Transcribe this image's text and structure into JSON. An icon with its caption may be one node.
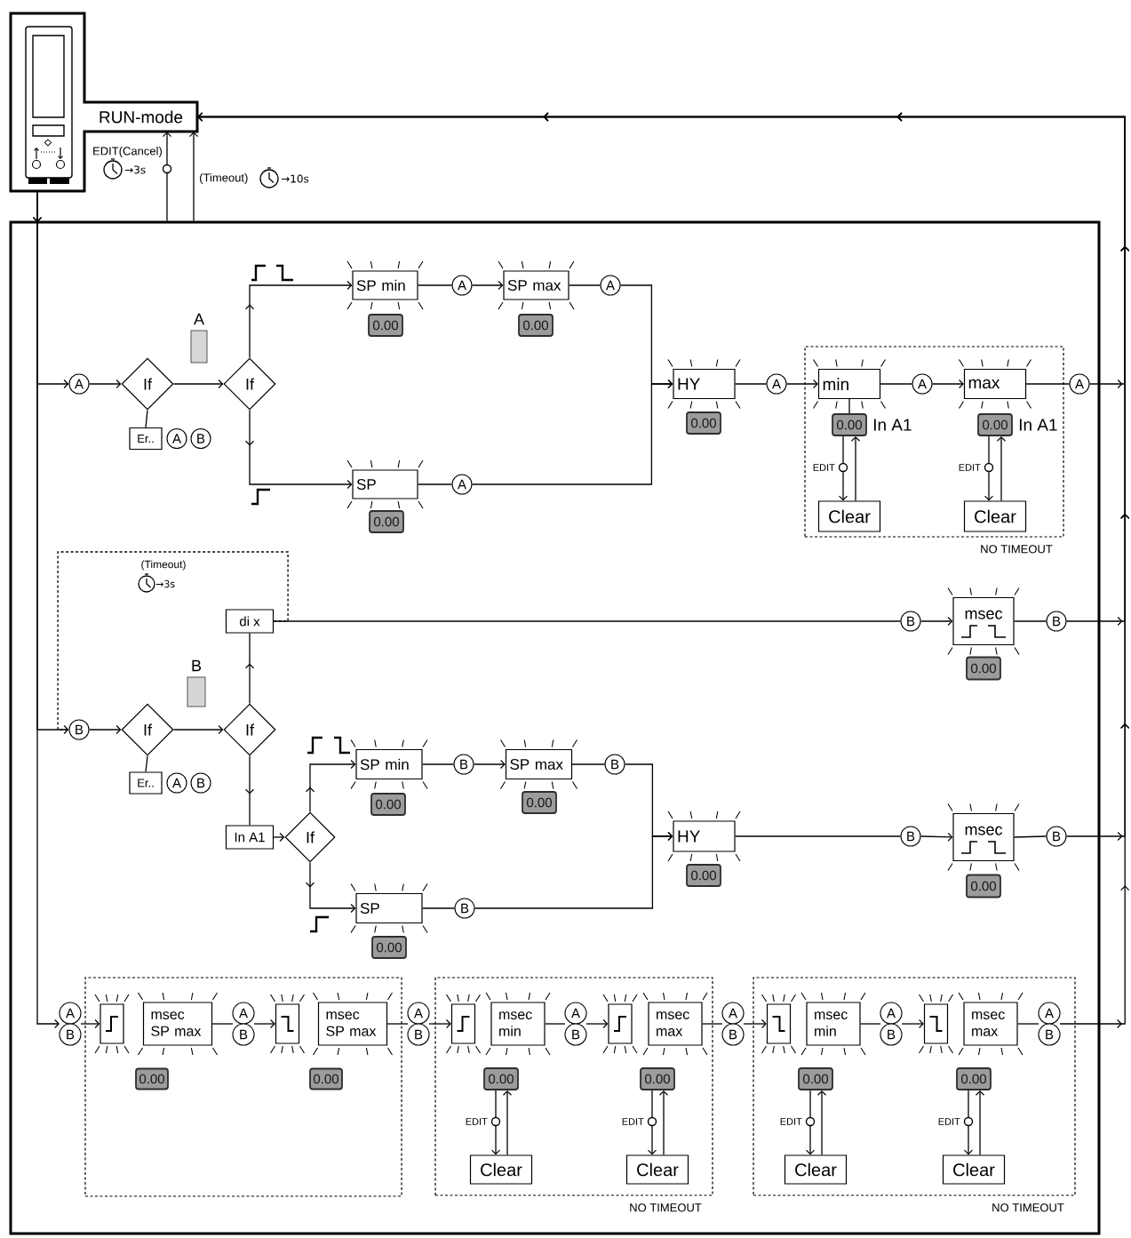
{
  "diagram": {
    "nodes": [
      {
        "text": [
          "RUN-mode"
        ]
      },
      {
        "text": [],
        "shape": "box"
      },
      {
        "text": [
          "A"
        ],
        "in": 1
      },
      {
        "text": [
          "If"
        ],
        "in": 1
      },
      {
        "text": [
          "Er.."
        ],
        "in": 1
      },
      {
        "text": [
          "A"
        ],
        "in": 1
      },
      {
        "text": [
          "B"
        ],
        "in": 1
      },
      {
        "text": [
          "A"
        ],
        "in": 1
      },
      {
        "text": [
          "If"
        ],
        "in": 1
      },
      {
        "text": [
          "SP min"
        ],
        "in": 1
      },
      {
        "text": [
          "0.00"
        ],
        "in": 1
      },
      {
        "text": [
          "A"
        ],
        "in": 1
      },
      {
        "text": [
          "SP max"
        ],
        "in": 1
      },
      {
        "text": [
          "0.00"
        ],
        "in": 1
      },
      {
        "text": [
          "A"
        ],
        "in": 1
      },
      {
        "text": [
          "SP"
        ],
        "in": 1
      },
      {
        "text": [
          "0.00"
        ],
        "in": 1
      },
      {
        "text": [
          "A"
        ],
        "in": 1
      },
      {
        "text": [
          "HY"
        ],
        "in": 1
      },
      {
        "text": [
          "0.00"
        ],
        "in": 1
      },
      {
        "text": [
          "A"
        ],
        "in": 1
      },
      {
        "text": [
          "NO TIMEOUT"
        ],
        "in": 1
      },
      {
        "text": [
          "min"
        ],
        "in": 21
      },
      {
        "text": [
          "0.00"
        ],
        "in": 21,
        "beside": [
          "In A1"
        ]
      },
      {
        "text": [
          "Clear"
        ],
        "in": 21
      },
      {
        "text": [
          "A"
        ],
        "in": 21
      },
      {
        "text": [
          "max"
        ],
        "in": 21
      },
      {
        "text": [
          "0.00"
        ],
        "in": 21,
        "beside": [
          "In A1"
        ]
      },
      {
        "text": [
          "Clear"
        ],
        "in": 21
      },
      {
        "text": [
          "A"
        ],
        "in": 1
      },
      {
        "text": [
          "di x"
        ],
        "in": 1
      },
      {
        "text": [
          "B"
        ],
        "in": 1
      },
      {
        "text": [
          "msec"
        ],
        "in": 1
      },
      {
        "text": [
          "0.00"
        ],
        "in": 1
      },
      {
        "text": [
          "B"
        ],
        "in": 1
      },
      {
        "text": [
          "B"
        ],
        "in": 1
      },
      {
        "text": [
          "If"
        ],
        "in": 1
      },
      {
        "text": [
          "Er.."
        ],
        "in": 1
      },
      {
        "text": [
          "A"
        ],
        "in": 1
      },
      {
        "text": [
          "B"
        ],
        "in": 1
      },
      {
        "text": [
          "B"
        ],
        "in": 1
      },
      {
        "text": [
          "If"
        ],
        "in": 1
      },
      {
        "text": [
          "In A1"
        ],
        "in": 1
      },
      {
        "text": [
          "If"
        ],
        "in": 1
      },
      {
        "text": [
          "SP min"
        ],
        "in": 1
      },
      {
        "text": [
          "0.00"
        ],
        "in": 1
      },
      {
        "text": [
          "B"
        ],
        "in": 1
      },
      {
        "text": [
          "SP max"
        ],
        "in": 1
      },
      {
        "text": [
          "0.00"
        ],
        "in": 1
      },
      {
        "text": [
          "B"
        ],
        "in": 1
      },
      {
        "text": [
          "SP"
        ],
        "in": 1
      },
      {
        "text": [
          "0.00"
        ],
        "in": 1
      },
      {
        "text": [
          "B"
        ],
        "in": 1
      },
      {
        "text": [
          "HY"
        ],
        "in": 1
      },
      {
        "text": [
          "0.00"
        ],
        "in": 1
      },
      {
        "text": [
          "B"
        ],
        "in": 1
      },
      {
        "text": [
          "msec"
        ],
        "in": 1
      },
      {
        "text": [
          "0.00"
        ],
        "in": 1
      },
      {
        "text": [
          "B"
        ],
        "in": 1
      },
      {
        "text": [
          "A"
        ],
        "in": 1
      },
      {
        "text": [
          "B"
        ],
        "in": 1
      },
      {
        "text": [],
        "shape": "box",
        "in": 1
      },
      {
        "text": [],
        "shape": "box",
        "in": 61
      },
      {
        "text": [
          "msec SP max"
        ],
        "in": 61
      },
      {
        "text": [
          "0.00"
        ],
        "in": 61
      },
      {
        "text": [
          "A"
        ],
        "in": 61
      },
      {
        "text": [
          "B"
        ],
        "in": 61
      },
      {
        "text": [],
        "shape": "box",
        "in": 61
      },
      {
        "text": [
          "msec SP max"
        ],
        "in": 61
      },
      {
        "text": [
          "0.00"
        ],
        "in": 61
      },
      {
        "text": [
          "A"
        ],
        "in": 1
      },
      {
        "text": [
          "B"
        ],
        "in": 1
      },
      {
        "text": [
          "NO TIMEOUT"
        ],
        "in": 1
      },
      {
        "text": [],
        "shape": "box",
        "in": 72
      },
      {
        "text": [
          "msec min"
        ],
        "in": 72
      },
      {
        "text": [
          "0.00"
        ],
        "in": 72
      },
      {
        "text": [
          "Clear"
        ],
        "in": 72
      },
      {
        "text": [
          "A"
        ],
        "in": 72
      },
      {
        "text": [
          "B"
        ],
        "in": 72
      },
      {
        "text": [],
        "shape": "box",
        "in": 72
      },
      {
        "text": [
          "msec max"
        ],
        "in": 72
      },
      {
        "text": [
          "0.00"
        ],
        "in": 72
      },
      {
        "text": [
          "Clear"
        ],
        "in": 72
      },
      {
        "text": [
          "A"
        ],
        "in": 1
      },
      {
        "text": [
          "B"
        ],
        "in": 1
      },
      {
        "text": [
          "NO TIMEOUT"
        ],
        "in": 1
      },
      {
        "text": [],
        "shape": "box",
        "in": 85
      },
      {
        "text": [
          "msec min"
        ],
        "in": 85
      },
      {
        "text": [
          "0.00"
        ],
        "in": 85
      },
      {
        "text": [
          "Clear"
        ],
        "in": 85
      },
      {
        "text": [
          "A"
        ],
        "in": 85
      },
      {
        "text": [
          "B"
        ],
        "in": 85
      },
      {
        "text": [],
        "shape": "box",
        "in": 85
      },
      {
        "text": [
          "msec max"
        ],
        "in": 85
      },
      {
        "text": [
          "0.00"
        ],
        "in": 85
      },
      {
        "text": [
          "Clear"
        ],
        "in": 85
      },
      {
        "text": [
          "A"
        ],
        "in": 85
      },
      {
        "text": [
          "B"
        ],
        "in": 85
      }
    ],
    "edges": [
      {
        "from": 0,
        "to": 2,
        "arrow": "to"
      },
      {
        "from": 0,
        "to": 35,
        "arrow": "to"
      },
      {
        "from": 0,
        "to": 59,
        "arrow": "to"
      },
      {
        "from": 1,
        "to": 0,
        "arrow": "to",
        "label": "EDIT(Cancel)"
      },
      {
        "from": 1,
        "to": 0,
        "arrow": "to",
        "label": "(Timeout)"
      },
      {
        "from": 2,
        "to": 3,
        "arrow": "to"
      },
      {
        "from": 3,
        "to": 4,
        "arrow": "none"
      },
      {
        "from": 3,
        "to": 8,
        "arrow": "to"
      },
      {
        "from": 8,
        "to": 9,
        "arrow": "to"
      },
      {
        "from": 8,
        "to": 15,
        "arrow": "to"
      },
      {
        "from": 9,
        "to": 11,
        "arrow": "none"
      },
      {
        "from": 11,
        "to": 12,
        "arrow": "to"
      },
      {
        "from": 12,
        "to": 14,
        "arrow": "none"
      },
      {
        "from": 14,
        "to": 18,
        "arrow": "to"
      },
      {
        "from": 15,
        "to": 17,
        "arrow": "none"
      },
      {
        "from": 17,
        "to": 18,
        "arrow": "to"
      },
      {
        "from": 18,
        "to": 20,
        "arrow": "none"
      },
      {
        "from": 20,
        "to": 22,
        "arrow": "to"
      },
      {
        "from": 22,
        "to": 23,
        "arrow": "none"
      },
      {
        "from": 23,
        "to": 24,
        "arrow": "to",
        "label": "EDIT"
      },
      {
        "from": 24,
        "to": 23,
        "arrow": "to"
      },
      {
        "from": 22,
        "to": 25,
        "arrow": "none"
      },
      {
        "from": 25,
        "to": 26,
        "arrow": "to"
      },
      {
        "from": 27,
        "to": 28,
        "arrow": "to",
        "label": "EDIT"
      },
      {
        "from": 28,
        "to": 27,
        "arrow": "to"
      },
      {
        "from": 26,
        "to": 29,
        "arrow": "none"
      },
      {
        "from": 29,
        "to": 0,
        "arrow": "to"
      },
      {
        "from": 35,
        "to": 36,
        "arrow": "to"
      },
      {
        "from": 36,
        "to": 37,
        "arrow": "none"
      },
      {
        "from": 36,
        "to": 41,
        "arrow": "to"
      },
      {
        "from": 41,
        "to": 30,
        "arrow": "to"
      },
      {
        "from": 41,
        "to": 42,
        "arrow": "to"
      },
      {
        "from": 42,
        "to": 43,
        "arrow": "to"
      },
      {
        "from": 43,
        "to": 44,
        "arrow": "to"
      },
      {
        "from": 43,
        "to": 50,
        "arrow": "to"
      },
      {
        "from": 44,
        "to": 46,
        "arrow": "none"
      },
      {
        "from": 46,
        "to": 47,
        "arrow": "to"
      },
      {
        "from": 47,
        "to": 49,
        "arrow": "none"
      },
      {
        "from": 49,
        "to": 53,
        "arrow": "to"
      },
      {
        "from": 50,
        "to": 52,
        "arrow": "none"
      },
      {
        "from": 52,
        "to": 53,
        "arrow": "to"
      },
      {
        "from": 53,
        "to": 55,
        "arrow": "none"
      },
      {
        "from": 55,
        "to": 56,
        "arrow": "to"
      },
      {
        "from": 56,
        "to": 58,
        "arrow": "none"
      },
      {
        "from": 58,
        "to": 0,
        "arrow": "to"
      },
      {
        "from": 30,
        "to": 31,
        "arrow": "none"
      },
      {
        "from": 31,
        "to": 32,
        "arrow": "to"
      },
      {
        "from": 32,
        "to": 34,
        "arrow": "none"
      },
      {
        "from": 34,
        "to": 0,
        "arrow": "to"
      },
      {
        "from": 30,
        "to": 35,
        "arrow": "none",
        "style": "dashed",
        "label": "(Timeout)"
      },
      {
        "from": 59,
        "to": 62,
        "arrow": "to"
      },
      {
        "from": 63,
        "to": 65,
        "arrow": "none"
      },
      {
        "from": 65,
        "to": 67,
        "arrow": "to"
      },
      {
        "from": 68,
        "to": 70,
        "arrow": "none"
      },
      {
        "from": 70,
        "to": 73,
        "arrow": "to"
      },
      {
        "from": 75,
        "to": 76,
        "arrow": "to",
        "label": "EDIT"
      },
      {
        "from": 76,
        "to": 75,
        "arrow": "to"
      },
      {
        "from": 74,
        "to": 77,
        "arrow": "none"
      },
      {
        "from": 77,
        "to": 79,
        "arrow": "to"
      },
      {
        "from": 81,
        "to": 82,
        "arrow": "to",
        "label": "EDIT"
      },
      {
        "from": 82,
        "to": 81,
        "arrow": "to"
      },
      {
        "from": 80,
        "to": 83,
        "arrow": "none"
      },
      {
        "from": 83,
        "to": 86,
        "arrow": "to"
      },
      {
        "from": 88,
        "to": 89,
        "arrow": "to",
        "label": "EDIT"
      },
      {
        "from": 89,
        "to": 88,
        "arrow": "to"
      },
      {
        "from": 87,
        "to": 90,
        "arrow": "none"
      },
      {
        "from": 90,
        "to": 92,
        "arrow": "to"
      },
      {
        "from": 94,
        "to": 95,
        "arrow": "to",
        "label": "EDIT"
      },
      {
        "from": 95,
        "to": 94,
        "arrow": "to"
      },
      {
        "from": 93,
        "to": 96,
        "arrow": "none"
      },
      {
        "from": 96,
        "to": 0,
        "arrow": "to"
      }
    ],
    "labels": [
      "→3s",
      "→10s",
      "→3s"
    ]
  }
}
